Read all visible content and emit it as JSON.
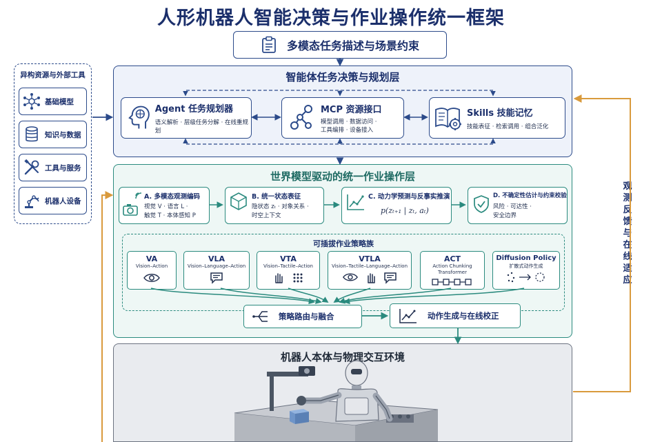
{
  "title": "人形机器人智能决策与作业操作统一框架",
  "top_input": "多模态任务描述与场景约束",
  "resources": {
    "title": "异构资源与外部工具",
    "items": [
      "基础模型",
      "知识与数据",
      "工具与服务",
      "机器人设备"
    ]
  },
  "layer1": {
    "title": "智能体任务决策与规划层",
    "cards": [
      {
        "title": "Agent 任务规划器",
        "sub": "语义解析 · 层级任务分解 · 在线重规划"
      },
      {
        "title": "MCP 资源接口",
        "sub1": "模型调用 · 数据访问 ·",
        "sub2": "工具编排 · 设备接入"
      },
      {
        "title": "Skills 技能记忆",
        "sub": "技能表征 · 检索调用 · 组合泛化"
      }
    ]
  },
  "layer2": {
    "title": "世界模型驱动的统一作业操作层",
    "cards": [
      {
        "title": "A. 多模态观测编码",
        "sub1": "视觉 V · 语言 L ·",
        "sub2": "触觉 T · 本体感知 P"
      },
      {
        "title": "B. 统一状态表征",
        "sub1": "隐状态 zₜ · 对象关系 ·",
        "sub2": "时空上下文"
      },
      {
        "title": "C. 动力学预测与反事实推演",
        "formula": "p(zₜ₊₁ | zₜ, aₜ)"
      },
      {
        "title": "D. 不确定性估计与约束校验",
        "sub1": "风险 · 可达性 ·",
        "sub2": "安全边界"
      }
    ],
    "policy_title": "可插拔作业策略族",
    "policies": [
      {
        "name": "VA",
        "desc": "Vision–Action"
      },
      {
        "name": "VLA",
        "desc": "Vision–Language–Action"
      },
      {
        "name": "VTA",
        "desc": "Vision–Tactile–Action"
      },
      {
        "name": "VTLA",
        "desc": "Vision–Tactile–Language–Action"
      },
      {
        "name": "ACT",
        "desc": "Action Chunking Transformer"
      },
      {
        "name": "Diffusion Policy",
        "desc": "扩散式动作生成"
      }
    ],
    "route": "策略路由与融合",
    "generate": "动作生成与在线校正"
  },
  "layer3": {
    "title": "机器人本体与物理交互环境"
  },
  "feedback_label": "观测反馈与在线适应",
  "colors": {
    "navy": "#2b4a8a",
    "teal": "#2a8a7e",
    "orange": "#d99a3c"
  }
}
